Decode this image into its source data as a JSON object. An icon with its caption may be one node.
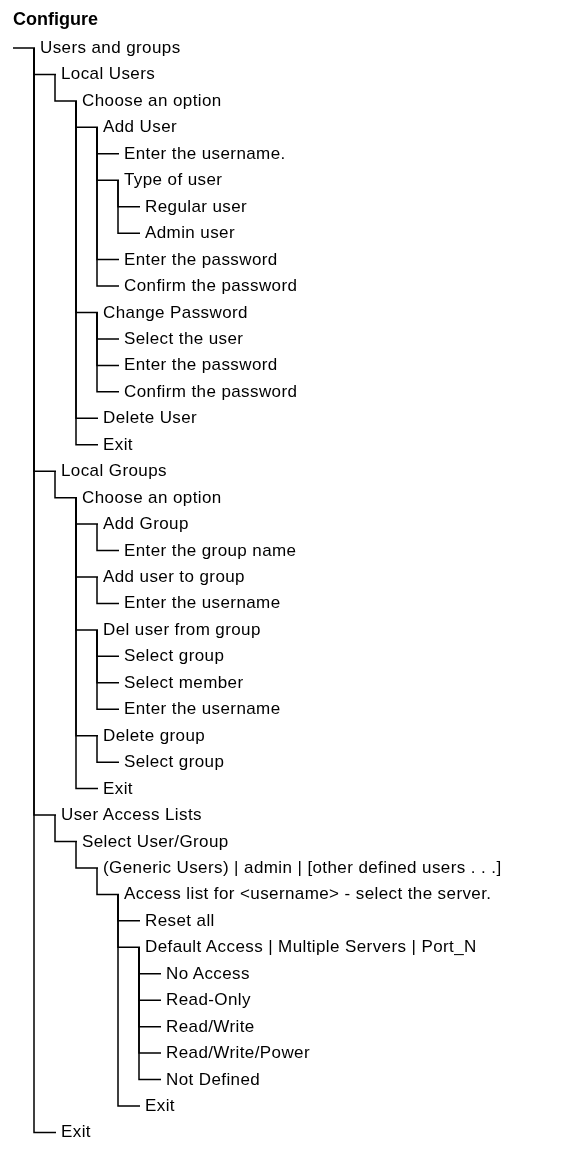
{
  "diagram": {
    "title": "Configure",
    "nodes": [
      {
        "text": [
          "Users and groups"
        ]
      },
      {
        "text": [
          "Local Users"
        ]
      },
      {
        "text": [
          "Choose an option"
        ]
      },
      {
        "text": [
          "Add User"
        ]
      },
      {
        "text": [
          "Enter the username."
        ]
      },
      {
        "text": [
          "Type of user"
        ]
      },
      {
        "text": [
          "Regular user"
        ]
      },
      {
        "text": [
          "Admin user"
        ]
      },
      {
        "text": [
          "Enter the password"
        ]
      },
      {
        "text": [
          "Confirm the password"
        ]
      },
      {
        "text": [
          "Change Password"
        ]
      },
      {
        "text": [
          "Select the user"
        ]
      },
      {
        "text": [
          "Enter the password"
        ]
      },
      {
        "text": [
          "Confirm the password"
        ]
      },
      {
        "text": [
          "Delete User"
        ]
      },
      {
        "text": [
          "Exit"
        ]
      },
      {
        "text": [
          "Local Groups"
        ]
      },
      {
        "text": [
          "Choose an option"
        ]
      },
      {
        "text": [
          "Add Group"
        ]
      },
      {
        "text": [
          "Enter the group name"
        ]
      },
      {
        "text": [
          "Add user to group"
        ]
      },
      {
        "text": [
          "Enter the username"
        ]
      },
      {
        "text": [
          "Del user from group"
        ]
      },
      {
        "text": [
          "Select group"
        ]
      },
      {
        "text": [
          "Select member"
        ]
      },
      {
        "text": [
          "Enter the username"
        ]
      },
      {
        "text": [
          "Delete group"
        ]
      },
      {
        "text": [
          "Select group"
        ]
      },
      {
        "text": [
          "Exit"
        ]
      },
      {
        "text": [
          "User Access Lists"
        ]
      },
      {
        "text": [
          "Select User/Group"
        ]
      },
      {
        "text": [
          "(Generic Users) | admin | [other defined users . . .]"
        ]
      },
      {
        "text": [
          "Access list for <username> - select the server."
        ]
      },
      {
        "text": [
          "Reset all"
        ]
      },
      {
        "text": [
          "Default Access | Multiple Servers | Port_N"
        ]
      },
      {
        "text": [
          "No Access"
        ]
      },
      {
        "text": [
          "Read-Only"
        ]
      },
      {
        "text": [
          "Read/Write"
        ]
      },
      {
        "text": [
          "Read/Write/Power"
        ]
      },
      {
        "text": [
          "Not Defined"
        ]
      },
      {
        "text": [
          "Exit"
        ]
      },
      {
        "text": [
          "Exit"
        ]
      }
    ],
    "edges": [
      {
        "from": null,
        "to": 0,
        "arrow": "none"
      },
      {
        "from": 0,
        "to": 1,
        "arrow": "none"
      },
      {
        "from": 1,
        "to": 2,
        "arrow": "none"
      },
      {
        "from": 2,
        "to": 3,
        "arrow": "none"
      },
      {
        "from": 3,
        "to": 4,
        "arrow": "none"
      },
      {
        "from": 3,
        "to": 5,
        "arrow": "none"
      },
      {
        "from": 5,
        "to": 6,
        "arrow": "none"
      },
      {
        "from": 5,
        "to": 7,
        "arrow": "none"
      },
      {
        "from": 3,
        "to": 8,
        "arrow": "none"
      },
      {
        "from": 3,
        "to": 9,
        "arrow": "none"
      },
      {
        "from": 2,
        "to": 10,
        "arrow": "none"
      },
      {
        "from": 10,
        "to": 11,
        "arrow": "none"
      },
      {
        "from": 10,
        "to": 12,
        "arrow": "none"
      },
      {
        "from": 10,
        "to": 13,
        "arrow": "none"
      },
      {
        "from": 2,
        "to": 14,
        "arrow": "none"
      },
      {
        "from": 2,
        "to": 15,
        "arrow": "none"
      },
      {
        "from": 0,
        "to": 16,
        "arrow": "none"
      },
      {
        "from": 16,
        "to": 17,
        "arrow": "none"
      },
      {
        "from": 17,
        "to": 18,
        "arrow": "none"
      },
      {
        "from": 18,
        "to": 19,
        "arrow": "none"
      },
      {
        "from": 17,
        "to": 20,
        "arrow": "none"
      },
      {
        "from": 20,
        "to": 21,
        "arrow": "none"
      },
      {
        "from": 17,
        "to": 22,
        "arrow": "none"
      },
      {
        "from": 22,
        "to": 23,
        "arrow": "none"
      },
      {
        "from": 22,
        "to": 24,
        "arrow": "none"
      },
      {
        "from": 22,
        "to": 25,
        "arrow": "none"
      },
      {
        "from": 17,
        "to": 26,
        "arrow": "none"
      },
      {
        "from": 26,
        "to": 27,
        "arrow": "none"
      },
      {
        "from": 17,
        "to": 28,
        "arrow": "none"
      },
      {
        "from": 0,
        "to": 29,
        "arrow": "none"
      },
      {
        "from": 29,
        "to": 30,
        "arrow": "none"
      },
      {
        "from": 30,
        "to": 31,
        "arrow": "none"
      },
      {
        "from": 31,
        "to": 32,
        "arrow": "none"
      },
      {
        "from": 32,
        "to": 33,
        "arrow": "none"
      },
      {
        "from": 32,
        "to": 34,
        "arrow": "none"
      },
      {
        "from": 34,
        "to": 35,
        "arrow": "none"
      },
      {
        "from": 34,
        "to": 36,
        "arrow": "none"
      },
      {
        "from": 34,
        "to": 37,
        "arrow": "none"
      },
      {
        "from": 34,
        "to": 38,
        "arrow": "none"
      },
      {
        "from": 34,
        "to": 39,
        "arrow": "none"
      },
      {
        "from": 32,
        "to": 40,
        "arrow": "none"
      },
      {
        "from": 0,
        "to": 41,
        "arrow": "none"
      }
    ]
  }
}
